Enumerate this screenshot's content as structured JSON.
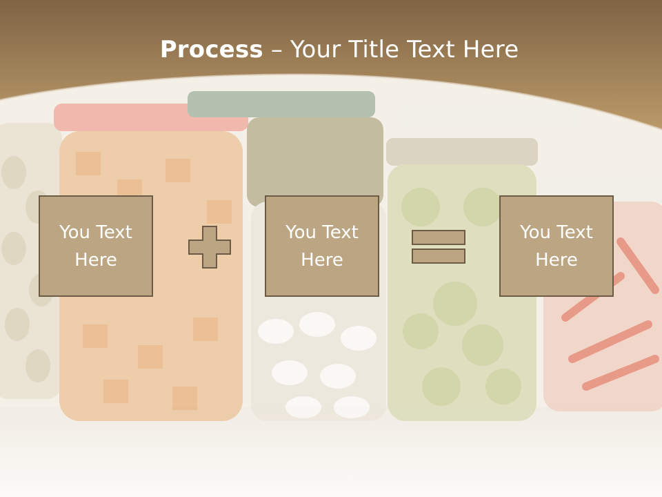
{
  "slide": {
    "title_bold": "Process",
    "title_rest": " – Your Title Text Here",
    "boxes": [
      {
        "text": "You Text\nHere"
      },
      {
        "text": "You Text\nHere"
      },
      {
        "text": "You Text\nHere"
      }
    ],
    "operators": [
      "plus-icon",
      "equals-icon"
    ],
    "colors": {
      "header_brown": "#9c7f56",
      "box_fill": "#bca582",
      "box_border": "#6b5a44",
      "text": "#ffffff"
    }
  }
}
